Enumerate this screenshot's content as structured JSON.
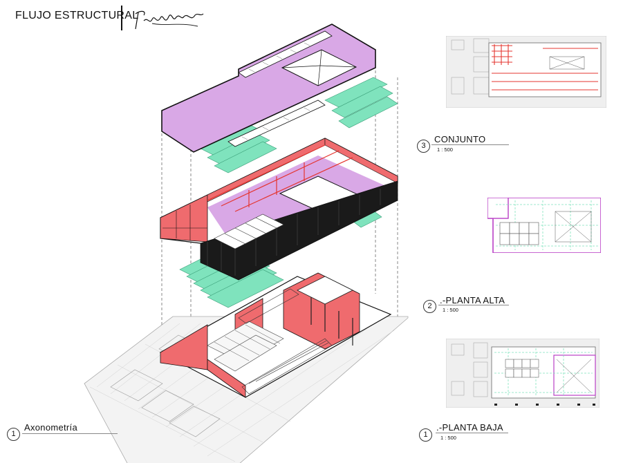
{
  "header": {
    "title": "FLUJO ESTRUCTURAL",
    "signature": "firma"
  },
  "captions": [
    {
      "num": "3",
      "title": "CONJUNTO",
      "scale": "1 : 500"
    },
    {
      "num": "2",
      "title": ".-PLANTA ALTA",
      "scale": "1 : 500"
    },
    {
      "num": "1",
      "title": ".-PLANTA BAJA",
      "scale": "1 : 500"
    },
    {
      "num": "1",
      "title": "Axonometría",
      "scale": ""
    }
  ],
  "colors": {
    "roof": "#d9a8e6",
    "wall": "#ef6b6e",
    "structure": "#7fe3bd",
    "beam": "#e4352f",
    "outline_alta": "#b93fc6"
  }
}
